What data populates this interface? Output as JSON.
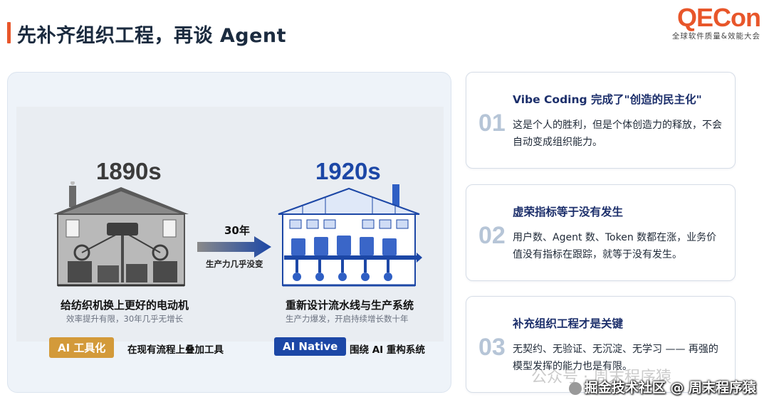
{
  "header": {
    "title": "先补齐组织工程，再谈 Agent",
    "logo_word": "QECon",
    "logo_sub": "全球软件质量&效能大会"
  },
  "left": {
    "old": {
      "year": "1890s",
      "caption_title": "给纺织机换上更好的电动机",
      "caption_sub": "效率提升有限，30年几乎无增长",
      "badge": "AI 工具化",
      "badge_desc": "在现有流程上叠加工具"
    },
    "transition": {
      "label": "30年",
      "sub": "生产力几乎没变"
    },
    "new": {
      "year": "1920s",
      "caption_title": "重新设计流水线与生产系统",
      "caption_sub": "生产力爆发，开启持续增长数十年",
      "badge": "AI Native",
      "badge_desc": "围绕 AI 重构系统"
    }
  },
  "cards": [
    {
      "num": "01",
      "title": "Vibe Coding 完成了\"创造的民主化\"",
      "text": "这是个人的胜利，但是个体创造力的释放，不会自动变成组织能力。"
    },
    {
      "num": "02",
      "title": "虚荣指标等于没有发生",
      "text": "用户数、Agent 数、Token 数都在涨，业务价值没有指标在跟踪，就等于没有发生。"
    },
    {
      "num": "03",
      "title": "补充组织工程才是关键",
      "text": "无契约、无验证、无沉淀、无学习 —— 再强的模型发挥的能力也是有限。"
    }
  ],
  "watermark": {
    "text": "掘金技术社区 @ 周末程序猿",
    "faint": "公众号 · 周末程序猿"
  },
  "colors": {
    "accent": "#e8562a",
    "navy": "#1c47a6",
    "gold": "#d39a3a",
    "number_gray": "#b6c5d7"
  }
}
